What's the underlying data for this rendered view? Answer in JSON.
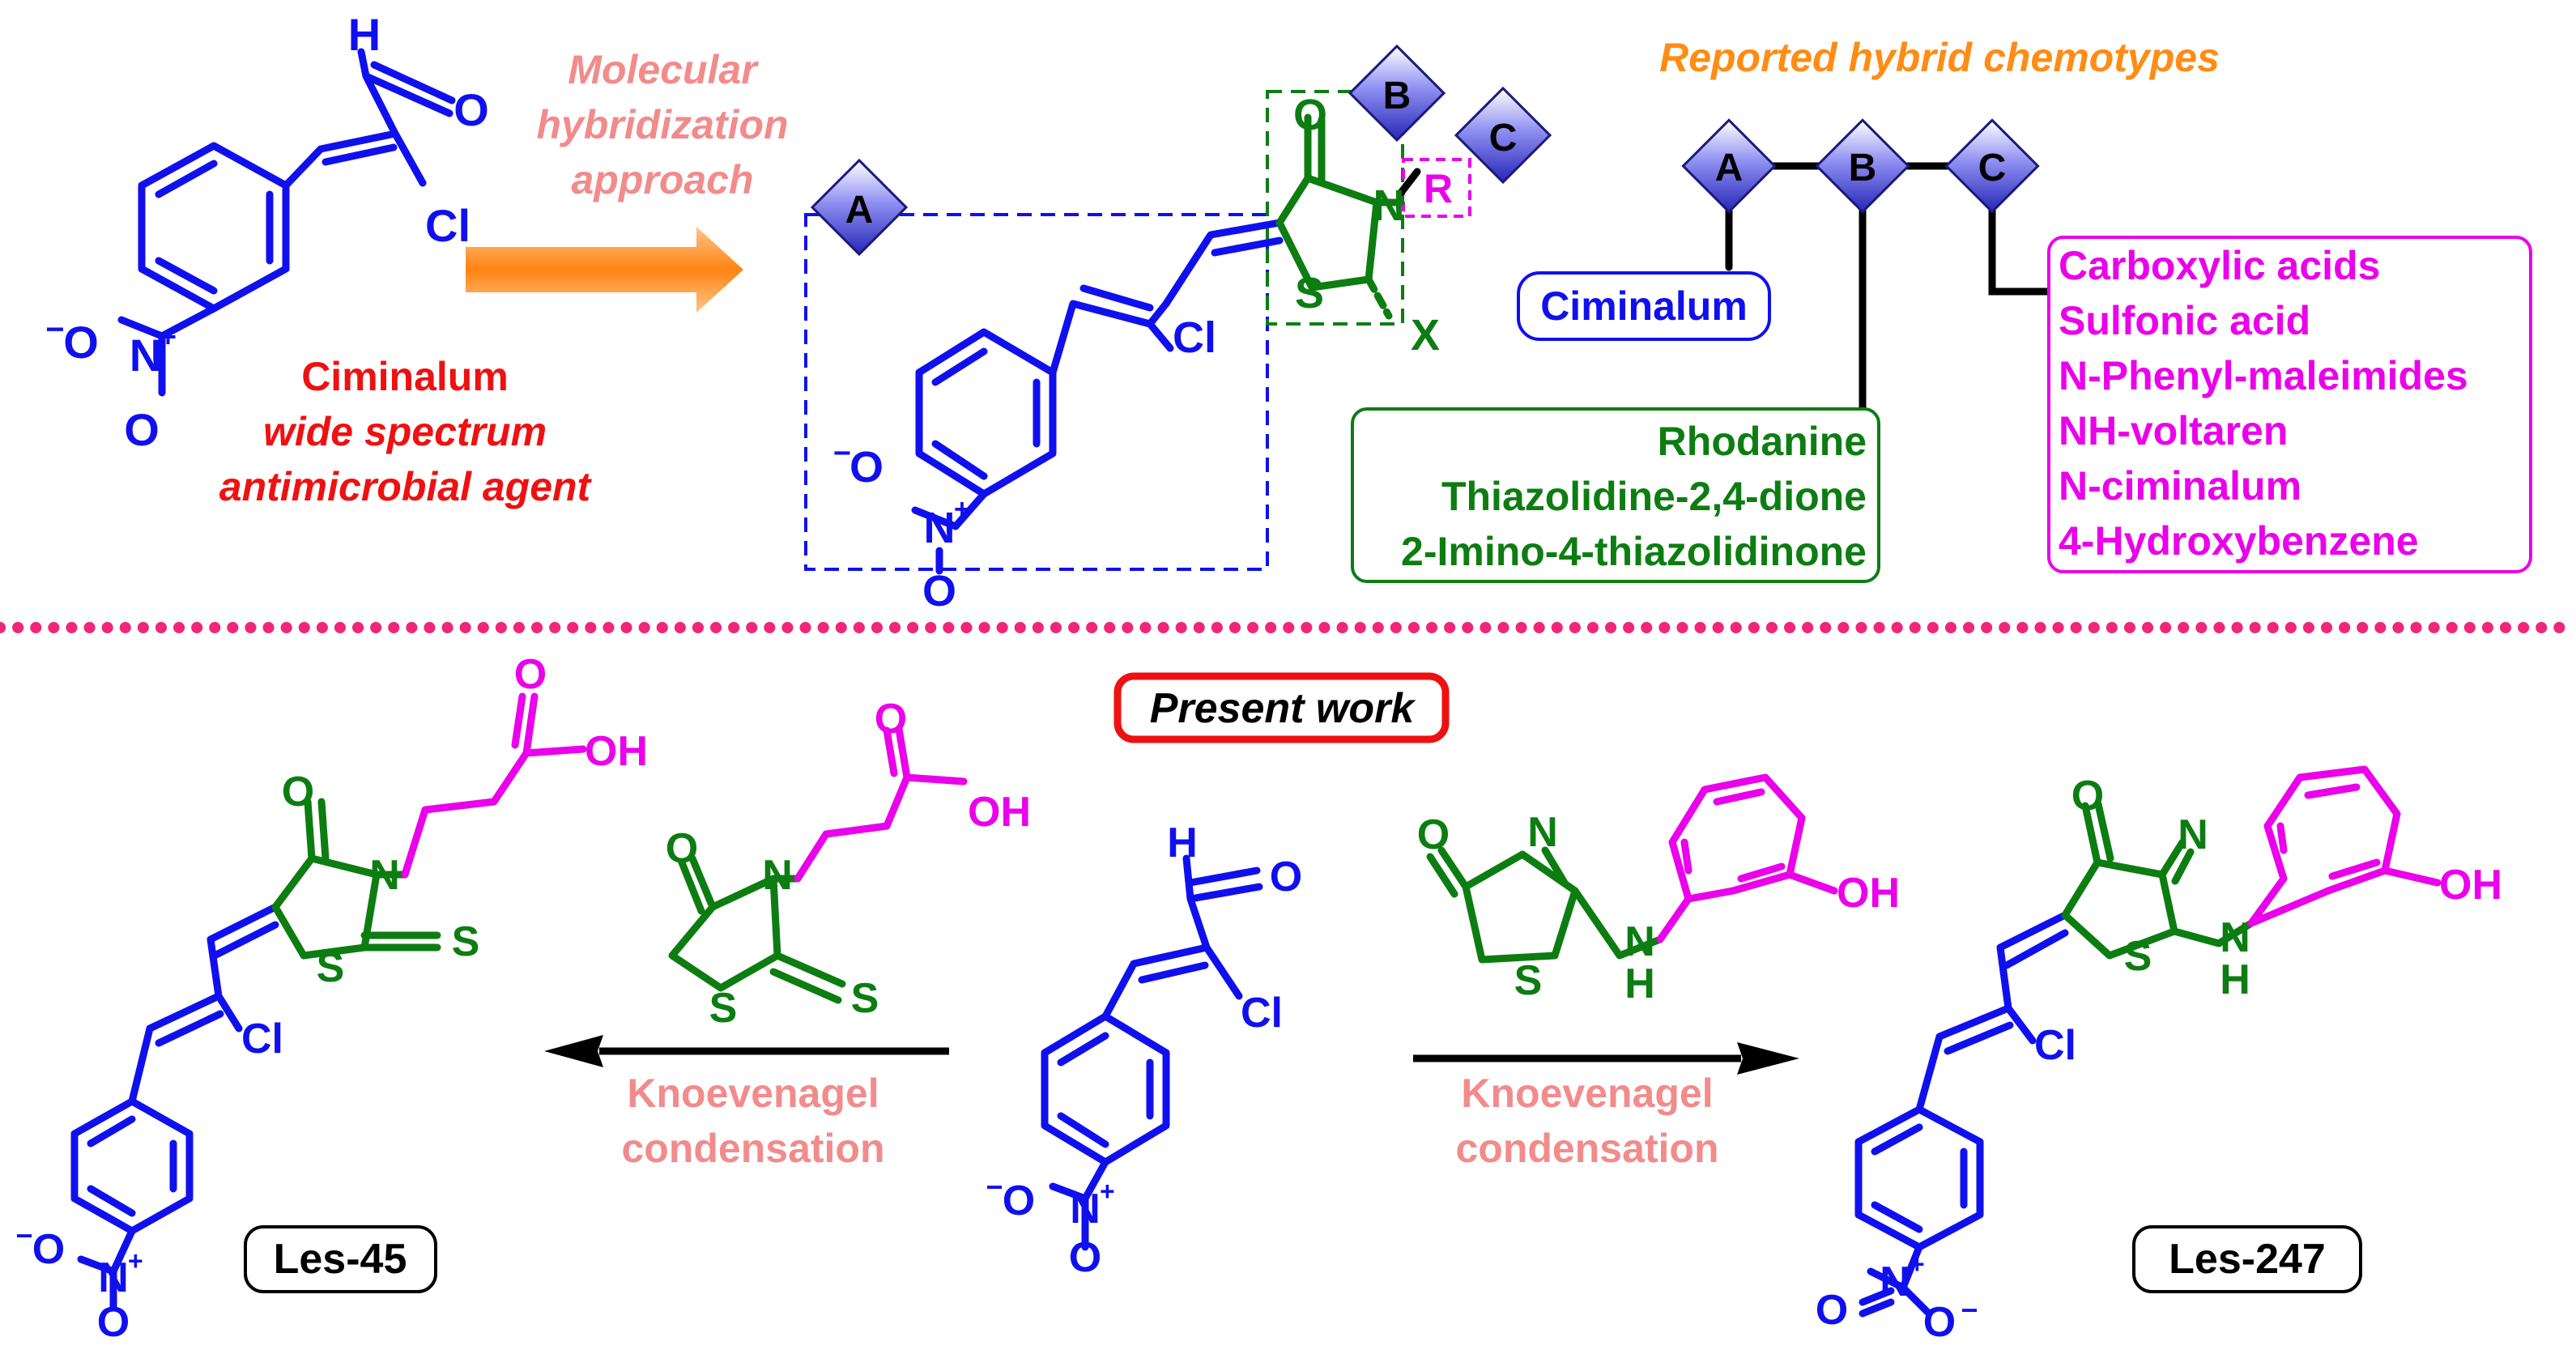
{
  "colors": {
    "scaffold_blue": "#1010ee",
    "heterocycle_green": "#0d7d12",
    "substituent_magenta": "#ea00ea",
    "name_red": "#ee1111",
    "annotation_pink": "#f28b8b",
    "heading_orange": "#ff8c14",
    "separator_dots": "#f0267a"
  },
  "top": {
    "ciminalum": {
      "name": "Ciminalum",
      "desc1": "wide spectrum",
      "desc2": "antimicrobial agent",
      "atoms": {
        "h": "H",
        "o": "O",
        "cl": "Cl",
        "n": "N",
        "plus": "+",
        "o_minus": "O",
        "minus": "−",
        "o2": "O"
      }
    },
    "approach": {
      "line1": "Molecular",
      "line2": "hybridization",
      "line3": "approach",
      "arrow_icon": "orange-gradient-arrow"
    },
    "hybrid": {
      "atoms": {
        "o": "O",
        "n": "N",
        "s": "S",
        "x": "X",
        "r": "R",
        "cl": "Cl",
        "n_nitro": "N",
        "plus": "+",
        "o_minus": "O",
        "minus": "−",
        "o2": "O"
      },
      "diamonds": {
        "a": "A",
        "b": "B",
        "c": "C"
      }
    },
    "chemotypes": {
      "heading": "Reported hybrid chemotypes",
      "diamonds": {
        "a": "A",
        "b": "B",
        "c": "C"
      },
      "fragment_a": "Ciminalum",
      "fragment_b": [
        "Rhodanine",
        "Thiazolidine-2,4-dione",
        "2-Imino-4-thiazolidinone"
      ],
      "fragment_c": [
        "Carboxylic acids",
        "Sulfonic acid",
        "N-Phenyl-maleimides",
        "NH-voltaren",
        "N-ciminalum",
        "4-Hydroxybenzene"
      ]
    }
  },
  "bottom": {
    "title": "Present work",
    "left_reagent": {
      "o": "O",
      "n": "N",
      "s_ring": "S",
      "s_thione": "S",
      "o_acid": "O",
      "oh": "OH"
    },
    "center_aldehyde": {
      "h": "H",
      "o": "O",
      "cl": "Cl",
      "n": "N",
      "plus": "+",
      "o_minus": "O",
      "minus": "−",
      "o2": "O"
    },
    "right_reagent": {
      "o": "O",
      "n_ring": "N",
      "s": "S",
      "n_h": "N",
      "h": "H",
      "oh": "OH"
    },
    "left_reaction": {
      "line1": "Knoevenagel",
      "line2": "condensation"
    },
    "right_reaction": {
      "line1": "Knoevenagel",
      "line2": "condensation"
    },
    "les45": {
      "label": "Les-45",
      "atoms": {
        "o": "O",
        "n": "N",
        "s_ring": "S",
        "s_thione": "S",
        "o_acid": "O",
        "oh": "OH",
        "cl": "Cl",
        "n_nitro": "N",
        "plus": "+",
        "o_minus": "O",
        "minus": "−",
        "o2": "O"
      }
    },
    "les247": {
      "label": "Les-247",
      "atoms": {
        "o": "O",
        "n_ring": "N",
        "s": "S",
        "n_h": "N",
        "h": "H",
        "oh": "OH",
        "cl": "Cl",
        "n_nitro": "N",
        "plus": "+",
        "o_left": "O",
        "o_right": "O",
        "minus": "−"
      }
    }
  }
}
